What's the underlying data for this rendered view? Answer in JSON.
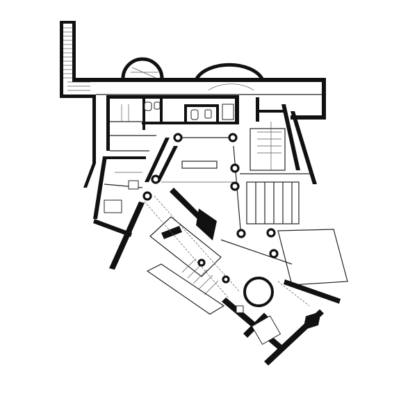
{
  "drawing": {
    "type": "architectural-floor-plan",
    "line_color": "#111111",
    "background": "#ffffff"
  },
  "columns": [
    {
      "id": "c1"
    },
    {
      "id": "c2"
    },
    {
      "id": "c3"
    },
    {
      "id": "c4"
    },
    {
      "id": "c5"
    },
    {
      "id": "c6"
    },
    {
      "id": "c7"
    },
    {
      "id": "c8"
    },
    {
      "id": "c9"
    },
    {
      "id": "c10"
    },
    {
      "id": "c11"
    }
  ]
}
